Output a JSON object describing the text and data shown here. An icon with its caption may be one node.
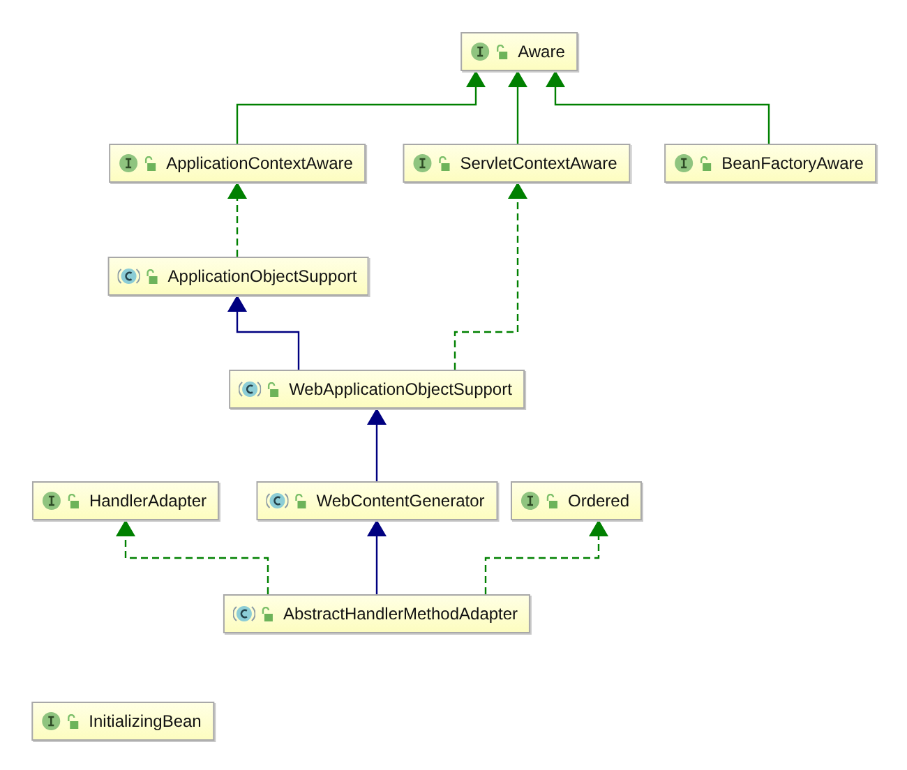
{
  "diagram": {
    "nodes": [
      {
        "text": [
          "Aware"
        ]
      },
      {
        "text": [
          "ApplicationContextAware"
        ]
      },
      {
        "text": [
          "ServletContextAware"
        ]
      },
      {
        "text": [
          "BeanFactoryAware"
        ]
      },
      {
        "text": [
          "ApplicationObjectSupport"
        ]
      },
      {
        "text": [
          "WebApplicationObjectSupport"
        ]
      },
      {
        "text": [
          "HandlerAdapter"
        ]
      },
      {
        "text": [
          "WebContentGenerator"
        ]
      },
      {
        "text": [
          "Ordered"
        ]
      },
      {
        "text": [
          "AbstractHandlerMethodAdapter"
        ]
      },
      {
        "text": [
          "InitializingBean"
        ]
      }
    ],
    "edges": [
      {
        "from": 1,
        "to": 0,
        "arrow": "to"
      },
      {
        "from": 2,
        "to": 0,
        "arrow": "to"
      },
      {
        "from": 3,
        "to": 0,
        "arrow": "to"
      },
      {
        "from": 4,
        "to": 1,
        "arrow": "to",
        "style": "dashed"
      },
      {
        "from": 5,
        "to": 4,
        "arrow": "to",
        "color": "#000080"
      },
      {
        "from": 5,
        "to": 2,
        "arrow": "to",
        "style": "dashed"
      },
      {
        "from": 7,
        "to": 5,
        "arrow": "to",
        "color": "#000080"
      },
      {
        "from": 9,
        "to": 6,
        "arrow": "to",
        "style": "dashed"
      },
      {
        "from": 9,
        "to": 7,
        "arrow": "to",
        "color": "#000080"
      },
      {
        "from": 9,
        "to": 8,
        "arrow": "to",
        "style": "dashed"
      }
    ]
  }
}
